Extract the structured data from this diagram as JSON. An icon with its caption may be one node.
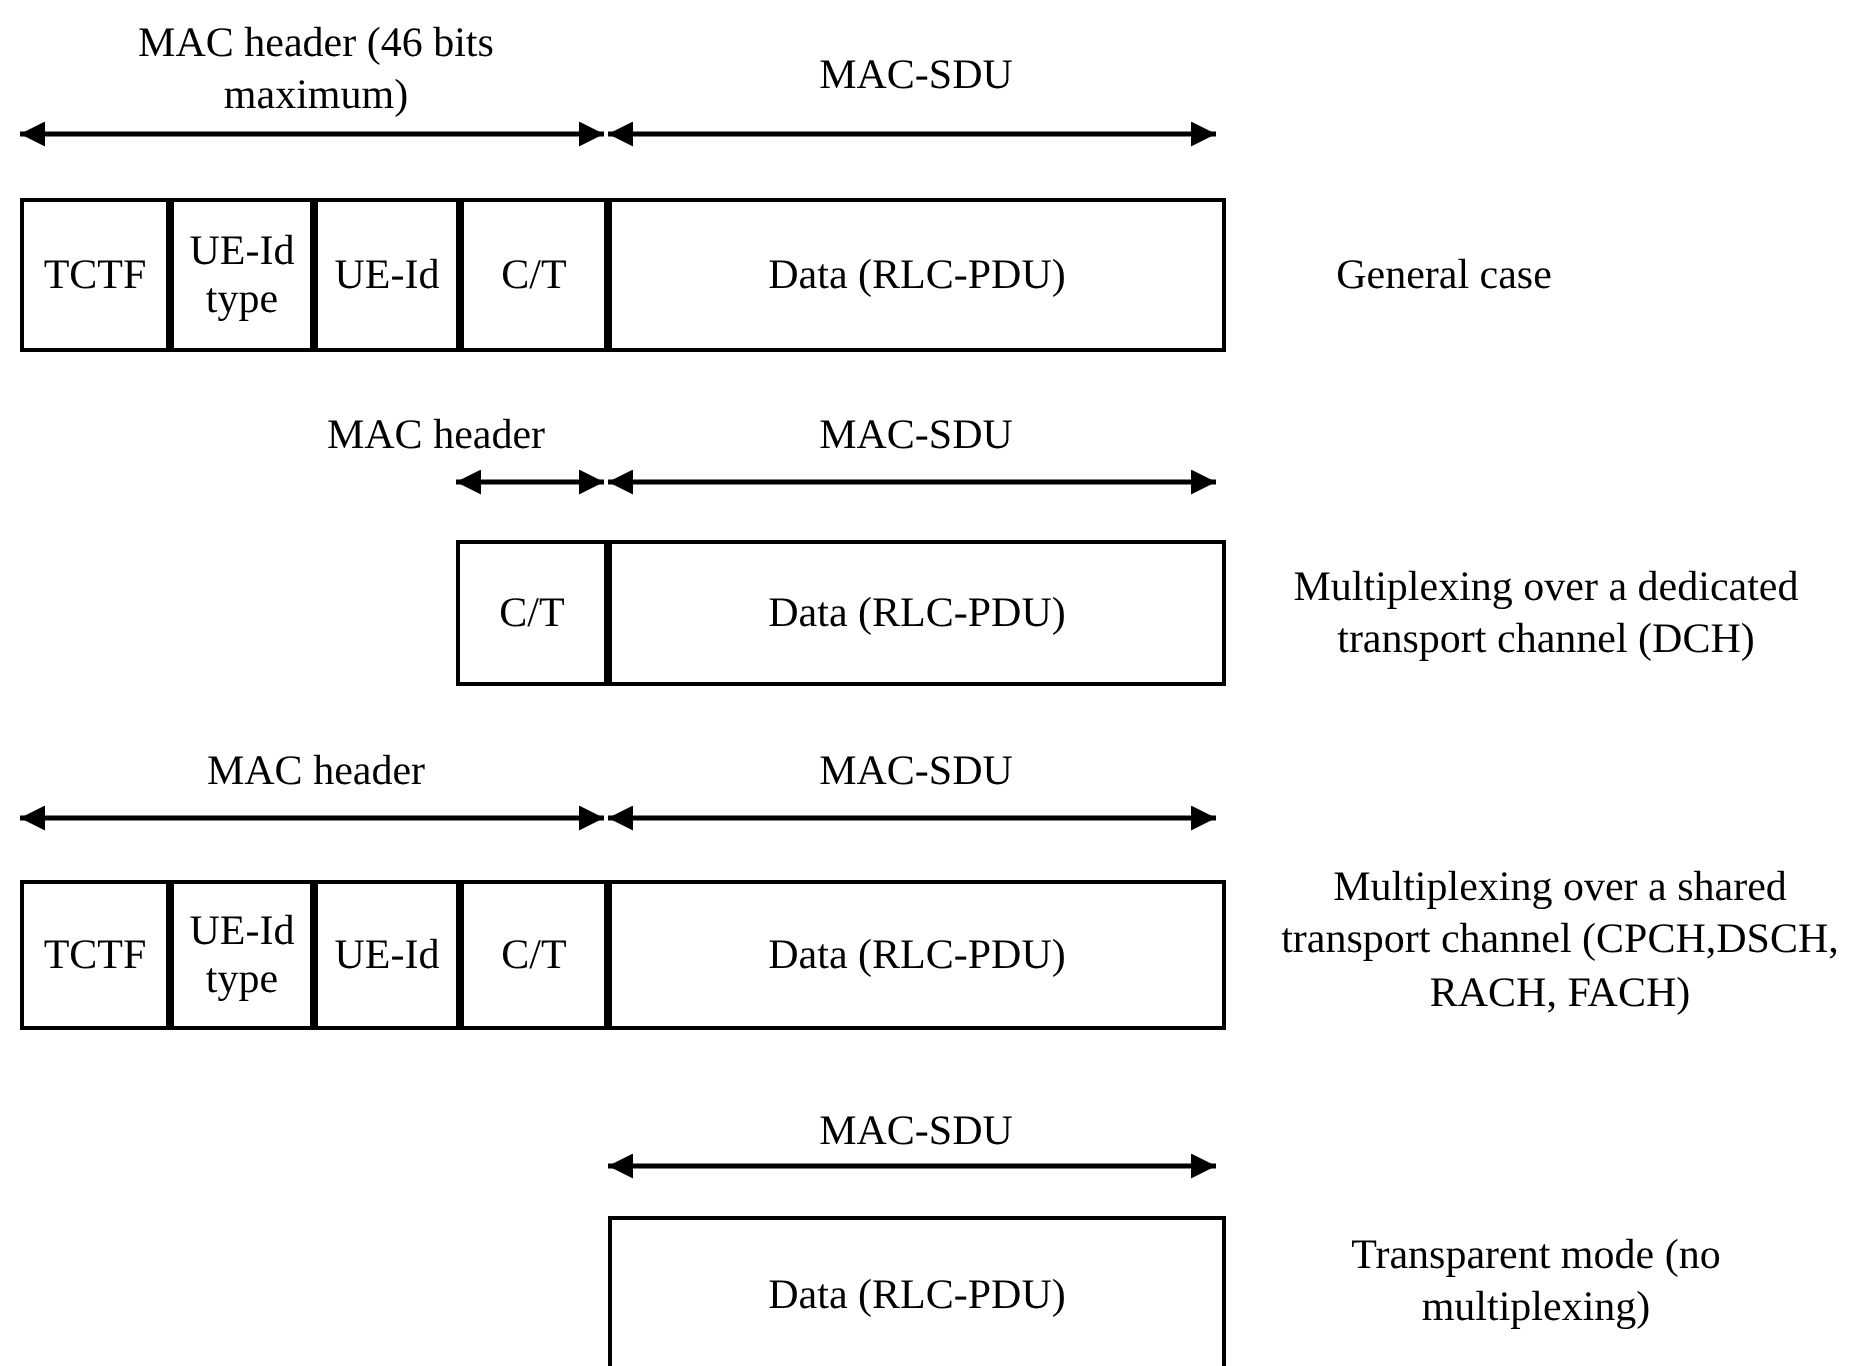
{
  "diagram": {
    "nodes": [
      {
        "text": [
          "TCTF"
        ]
      },
      {
        "text": [
          "UE-Id type"
        ]
      },
      {
        "text": [
          "UE-Id"
        ]
      },
      {
        "text": [
          "C/T"
        ]
      },
      {
        "text": [
          "Data (RLC-PDU)"
        ]
      },
      {
        "text": [
          "C/T"
        ]
      },
      {
        "text": [
          "Data (RLC-PDU)"
        ]
      },
      {
        "text": [
          "TCTF"
        ]
      },
      {
        "text": [
          "UE-Id type"
        ]
      },
      {
        "text": [
          "UE-Id"
        ]
      },
      {
        "text": [
          "C/T"
        ]
      },
      {
        "text": [
          "Data (RLC-PDU)"
        ]
      },
      {
        "text": [
          "Data (RLC-PDU)"
        ]
      }
    ],
    "labels": [
      "MAC header (46 bits maximum)",
      "MAC-SDU",
      "General case",
      "MAC header",
      "MAC-SDU",
      "Multiplexing over a dedicated transport channel (DCH)",
      "MAC header",
      "MAC-SDU",
      "Multiplexing over a shared transport channel (CPCH,DSCH, RACH, FACH)",
      "MAC-SDU",
      "Transparent mode (no multiplexing)"
    ]
  }
}
